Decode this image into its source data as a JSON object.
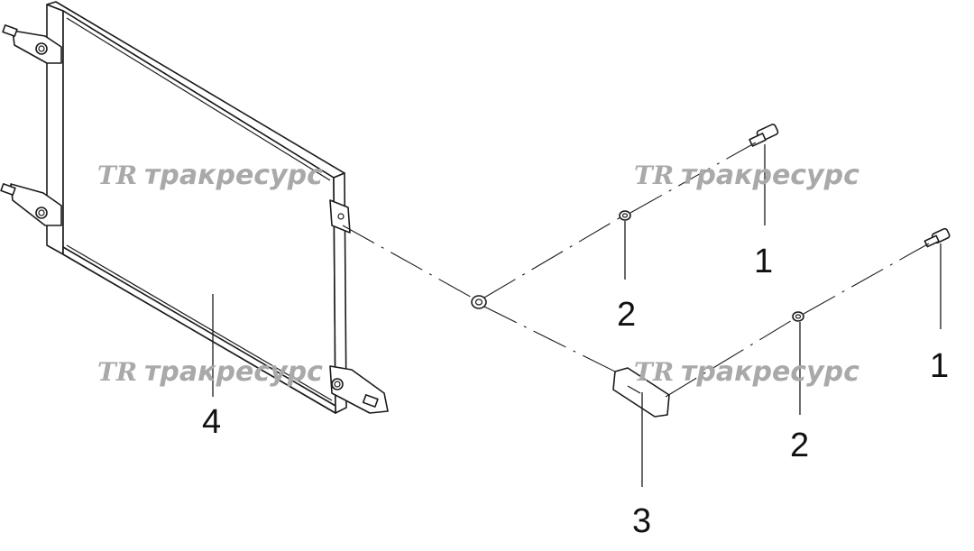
{
  "watermark": {
    "logo": "TR",
    "brand": "тракресурс"
  },
  "callouts": {
    "bolt_upper": "1",
    "bolt_lower": "1",
    "washer_upper": "2",
    "washer_lower": "2",
    "bracket": "3",
    "condenser": "4"
  },
  "colors": {
    "line": "#1a1a1a",
    "watermark": "#a9a9a9",
    "background": "#ffffff"
  }
}
